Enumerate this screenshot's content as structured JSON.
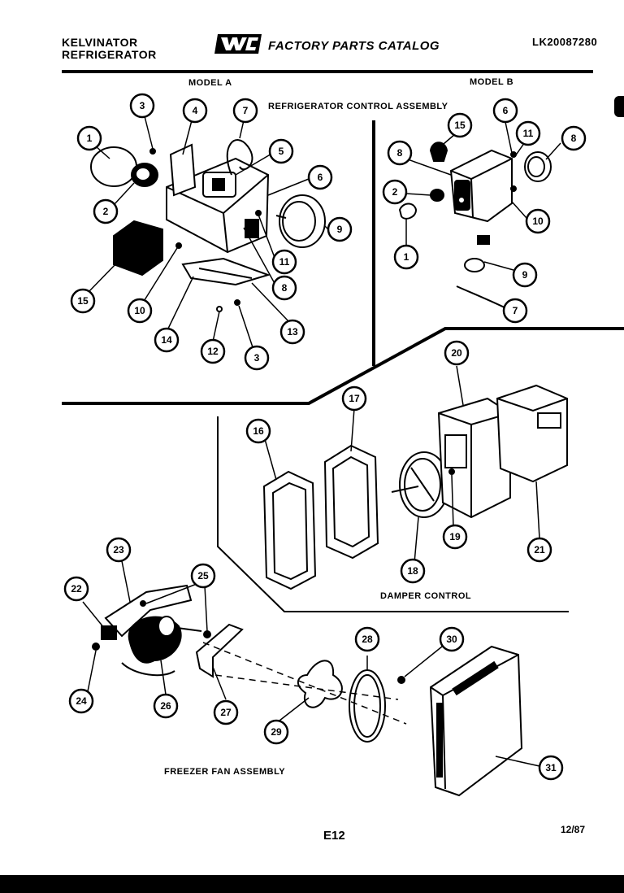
{
  "header": {
    "brand_line1": "KELVINATOR",
    "brand_line2": "REFRIGERATOR",
    "series_title": "FACTORY PARTS CATALOG",
    "model_number": "LK20087280"
  },
  "labels": {
    "model_a": "MODEL A",
    "model_b": "MODEL B",
    "refrigerator_control_assembly": "REFRIGERATOR CONTROL ASSEMBLY",
    "damper_control": "DAMPER CONTROL",
    "freezer_fan_assembly": "FREEZER FAN ASSEMBLY"
  },
  "footer": {
    "page_code": "E12",
    "date": "12/87"
  },
  "callouts": {
    "model_a": [
      "1",
      "2",
      "3",
      "4",
      "7",
      "5",
      "6",
      "8",
      "11",
      "9",
      "15",
      "10",
      "14",
      "12",
      "3",
      "13"
    ],
    "model_b": [
      "6",
      "15",
      "11",
      "8",
      "8",
      "2",
      "1",
      "10",
      "9",
      "7"
    ],
    "damper": [
      "16",
      "17",
      "20",
      "18",
      "19",
      "21"
    ],
    "freezer_fan": [
      "23",
      "22",
      "25",
      "24",
      "26",
      "27",
      "28",
      "29",
      "30",
      "31"
    ]
  }
}
